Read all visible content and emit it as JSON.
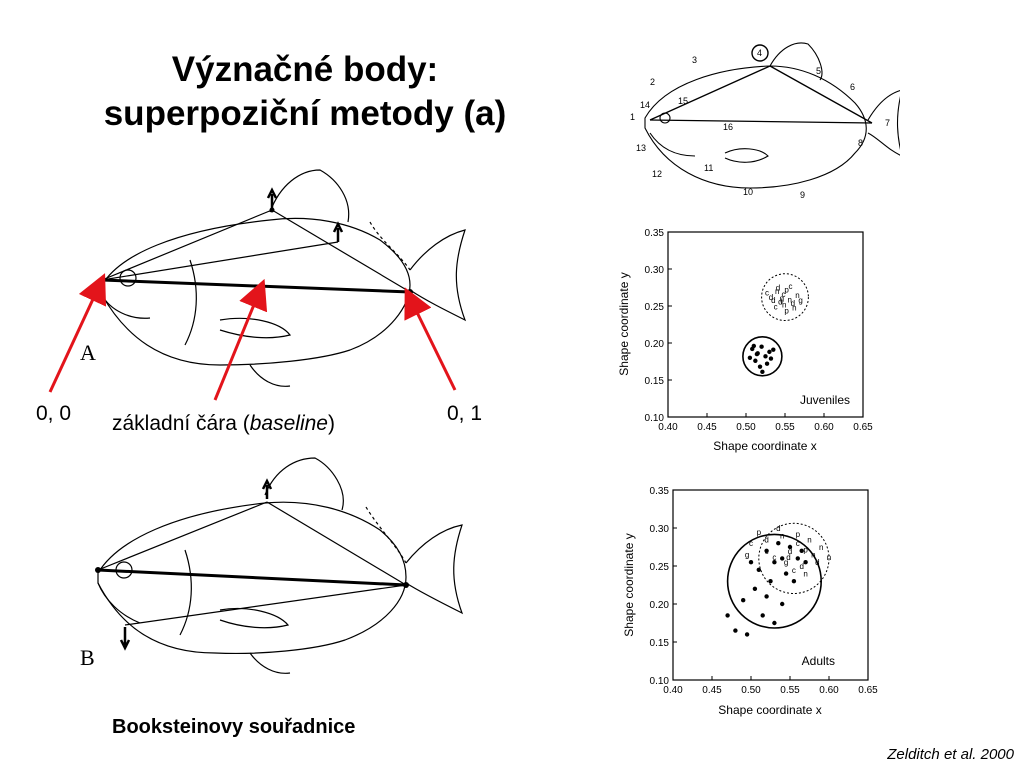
{
  "title": {
    "line1": "Význačné body:",
    "line2": "superpoziční metody (a)"
  },
  "fig_a": {
    "panel_label": "A"
  },
  "fig_b": {
    "panel_label": "B"
  },
  "labels": {
    "left_point": "0, 0",
    "right_point": "0, 1",
    "baseline_prefix": "základní čára (",
    "baseline_term": "baseline",
    "baseline_suffix": ")"
  },
  "caption": "Booksteinovy souřadnice",
  "citation": "Zelditch et al. 2000",
  "landmark_fish": {
    "landmarks": [
      "1",
      "2",
      "3",
      "4",
      "5",
      "6",
      "7",
      "8",
      "9",
      "10",
      "11",
      "12",
      "13",
      "14",
      "15",
      "16"
    ]
  },
  "colors": {
    "arrow": "#e3141b",
    "ink": "#000000"
  },
  "chart_data": [
    {
      "type": "scatter",
      "title": "",
      "xlabel": "Shape coordinate x",
      "ylabel": "Shape coordinate y",
      "xlim": [
        0.4,
        0.65
      ],
      "ylim": [
        0.1,
        0.35
      ],
      "xticks": [
        "0.40",
        "0.45",
        "0.50",
        "0.55",
        "0.60",
        "0.65"
      ],
      "yticks": [
        "0.10",
        "0.15",
        "0.20",
        "0.25",
        "0.30",
        "0.35"
      ],
      "annotation": "Juveniles",
      "series": [
        {
          "marker": "letter",
          "points": [
            [
              0.532,
              0.262
            ],
            [
              0.54,
              0.27
            ],
            [
              0.548,
              0.266
            ],
            [
              0.552,
              0.272
            ],
            [
              0.556,
              0.259
            ],
            [
              0.544,
              0.256
            ],
            [
              0.538,
              0.249
            ],
            [
              0.546,
              0.261
            ],
            [
              0.56,
              0.254
            ],
            [
              0.566,
              0.265
            ],
            [
              0.527,
              0.268
            ],
            [
              0.552,
              0.244
            ],
            [
              0.562,
              0.248
            ],
            [
              0.541,
              0.275
            ],
            [
              0.557,
              0.277
            ],
            [
              0.57,
              0.258
            ],
            [
              0.535,
              0.258
            ],
            [
              0.549,
              0.252
            ]
          ]
        },
        {
          "marker": "dot",
          "points": [
            [
              0.508,
              0.192
            ],
            [
              0.515,
              0.186
            ],
            [
              0.52,
              0.195
            ],
            [
              0.525,
              0.182
            ],
            [
              0.512,
              0.176
            ],
            [
              0.53,
              0.188
            ],
            [
              0.518,
              0.168
            ],
            [
              0.505,
              0.18
            ],
            [
              0.527,
              0.172
            ],
            [
              0.51,
              0.196
            ],
            [
              0.532,
              0.179
            ],
            [
              0.521,
              0.161
            ],
            [
              0.514,
              0.185
            ],
            [
              0.535,
              0.191
            ]
          ]
        }
      ]
    },
    {
      "type": "scatter",
      "title": "",
      "xlabel": "Shape coordinate x",
      "ylabel": "Shape coordinate y",
      "xlim": [
        0.4,
        0.65
      ],
      "ylim": [
        0.1,
        0.35
      ],
      "xticks": [
        "0.40",
        "0.45",
        "0.50",
        "0.55",
        "0.60",
        "0.65"
      ],
      "yticks": [
        "0.10",
        "0.15",
        "0.20",
        "0.25",
        "0.30",
        "0.35"
      ],
      "annotation": "Adults",
      "series": [
        {
          "marker": "letter",
          "points": [
            [
              0.52,
              0.285
            ],
            [
              0.54,
              0.29
            ],
            [
              0.56,
              0.28
            ],
            [
              0.57,
              0.272
            ],
            [
              0.58,
              0.265
            ],
            [
              0.55,
              0.27
            ],
            [
              0.53,
              0.262
            ],
            [
              0.545,
              0.255
            ],
            [
              0.565,
              0.25
            ],
            [
              0.575,
              0.285
            ],
            [
              0.5,
              0.28
            ],
            [
              0.51,
              0.295
            ],
            [
              0.59,
              0.275
            ],
            [
              0.585,
              0.255
            ],
            [
              0.555,
              0.245
            ],
            [
              0.495,
              0.265
            ],
            [
              0.535,
              0.3
            ],
            [
              0.57,
              0.24
            ],
            [
              0.52,
              0.27
            ],
            [
              0.56,
              0.292
            ],
            [
              0.6,
              0.262
            ],
            [
              0.548,
              0.262
            ]
          ]
        },
        {
          "marker": "dot",
          "points": [
            [
              0.52,
              0.27
            ],
            [
              0.53,
              0.255
            ],
            [
              0.54,
              0.26
            ],
            [
              0.55,
              0.275
            ],
            [
              0.535,
              0.28
            ],
            [
              0.545,
              0.24
            ],
            [
              0.525,
              0.23
            ],
            [
              0.51,
              0.245
            ],
            [
              0.505,
              0.22
            ],
            [
              0.49,
              0.205
            ],
            [
              0.47,
              0.185
            ],
            [
              0.52,
              0.21
            ],
            [
              0.54,
              0.2
            ],
            [
              0.56,
              0.26
            ],
            [
              0.57,
              0.255
            ],
            [
              0.515,
              0.185
            ],
            [
              0.48,
              0.165
            ],
            [
              0.495,
              0.16
            ],
            [
              0.53,
              0.175
            ],
            [
              0.555,
              0.23
            ],
            [
              0.5,
              0.255
            ],
            [
              0.565,
              0.27
            ]
          ]
        }
      ]
    }
  ]
}
